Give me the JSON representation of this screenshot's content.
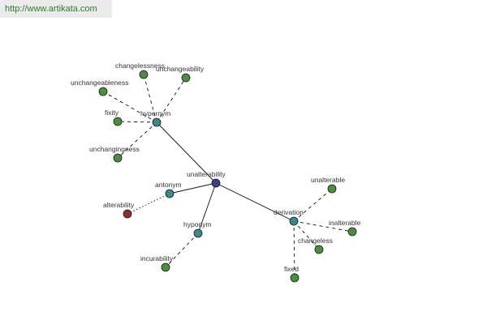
{
  "header": {
    "url": "http://www.artikata.com"
  },
  "colors": {
    "center": "#3d3f8c",
    "relation": "#3a8a8a",
    "word": "#4a8f3f",
    "opposite": "#8c2f2f",
    "edge": "#111111"
  },
  "graph": {
    "nodes": [
      {
        "id": "unalterability",
        "label": "unalterability",
        "kind": "center"
      },
      {
        "id": "hypernym",
        "label": "hypernym",
        "kind": "relation"
      },
      {
        "id": "changelessness",
        "label": "changelessness",
        "kind": "word"
      },
      {
        "id": "unchangeability",
        "label": "unchangeability",
        "kind": "word"
      },
      {
        "id": "unchangeableness",
        "label": "unchangeableness",
        "kind": "word"
      },
      {
        "id": "fixity",
        "label": "fixity",
        "kind": "word"
      },
      {
        "id": "unchangingness",
        "label": "unchangingness",
        "kind": "word"
      },
      {
        "id": "antonym",
        "label": "antonym",
        "kind": "relation"
      },
      {
        "id": "alterability",
        "label": "alterability",
        "kind": "opposite"
      },
      {
        "id": "hyponym",
        "label": "hyponym",
        "kind": "relation"
      },
      {
        "id": "incurability",
        "label": "incurability",
        "kind": "word"
      },
      {
        "id": "derivation",
        "label": "derivation",
        "kind": "relation"
      },
      {
        "id": "unalterable",
        "label": "unalterable",
        "kind": "word"
      },
      {
        "id": "inalterable",
        "label": "inalterable",
        "kind": "word"
      },
      {
        "id": "changeless",
        "label": "changeless",
        "kind": "word"
      },
      {
        "id": "fixed",
        "label": "fixed",
        "kind": "word"
      }
    ],
    "edges": [
      {
        "from": "unalterability",
        "to": "hypernym",
        "style": "solid"
      },
      {
        "from": "unalterability",
        "to": "antonym",
        "style": "solid"
      },
      {
        "from": "unalterability",
        "to": "hyponym",
        "style": "solid"
      },
      {
        "from": "unalterability",
        "to": "derivation",
        "style": "solid"
      },
      {
        "from": "hypernym",
        "to": "changelessness",
        "style": "dashed"
      },
      {
        "from": "hypernym",
        "to": "unchangeability",
        "style": "dashed"
      },
      {
        "from": "hypernym",
        "to": "unchangeableness",
        "style": "dashed"
      },
      {
        "from": "hypernym",
        "to": "fixity",
        "style": "dashed"
      },
      {
        "from": "hypernym",
        "to": "unchangingness",
        "style": "dashed"
      },
      {
        "from": "antonym",
        "to": "alterability",
        "style": "dotted"
      },
      {
        "from": "hyponym",
        "to": "incurability",
        "style": "dashed"
      },
      {
        "from": "derivation",
        "to": "unalterable",
        "style": "dashed"
      },
      {
        "from": "derivation",
        "to": "inalterable",
        "style": "dashed"
      },
      {
        "from": "derivation",
        "to": "changeless",
        "style": "dashed"
      },
      {
        "from": "derivation",
        "to": "fixed",
        "style": "dashed"
      }
    ]
  }
}
